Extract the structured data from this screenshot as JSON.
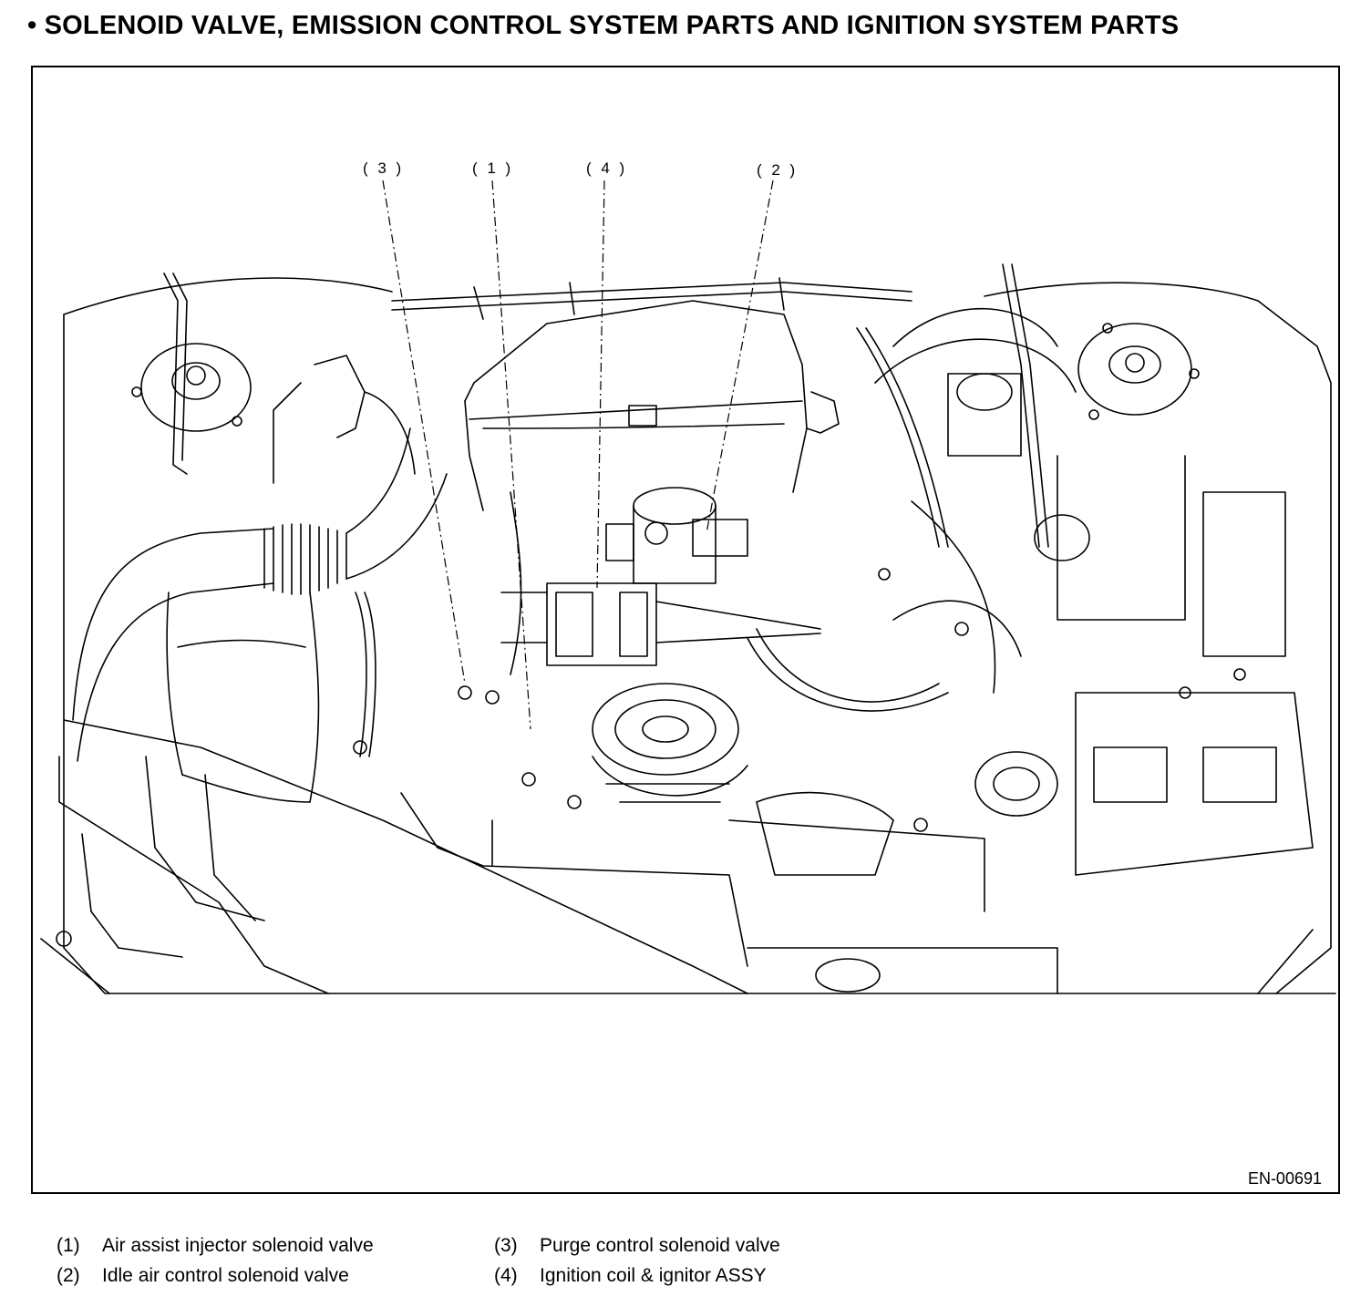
{
  "title": "• SOLENOID VALVE, EMISSION CONTROL SYSTEM PARTS AND IGNITION SYSTEM PARTS",
  "figure_id": "EN-00691",
  "callouts": [
    {
      "id": "3",
      "label": "( 3 )"
    },
    {
      "id": "1",
      "label": "( 1 )"
    },
    {
      "id": "4",
      "label": "( 4 )"
    },
    {
      "id": "2",
      "label": "( 2 )"
    }
  ],
  "legend": {
    "left": [
      {
        "num": "(1)",
        "text": "Air assist injector solenoid valve"
      },
      {
        "num": "(2)",
        "text": "Idle air control solenoid valve"
      }
    ],
    "right": [
      {
        "num": "(3)",
        "text": "Purge control solenoid valve"
      },
      {
        "num": "(4)",
        "text": "Ignition coil & ignitor ASSY"
      }
    ]
  }
}
